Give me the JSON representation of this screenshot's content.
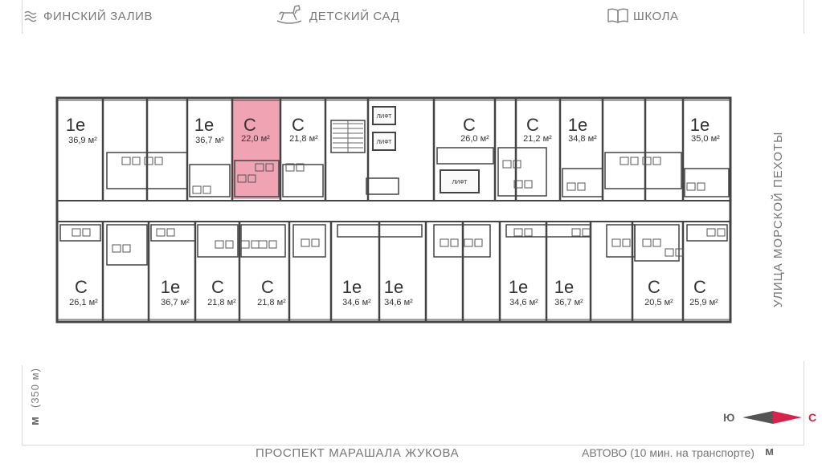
{
  "landmarks": {
    "bay": "ФИНСКИЙ ЗАЛИВ",
    "kindergarten": "ДЕТСКИЙ САД",
    "school": "ШКОЛА",
    "street_right": "УЛИЦА МОРСКОЙ ПЕХОТЫ",
    "avenue_bottom": "ПРОСПЕКТ МАРАШАЛА ЖУКОВА",
    "metro_bottom": "АВТОВО (10 мин. на транспорте)",
    "metro_left": "(350 м)"
  },
  "compass": {
    "south": "Ю",
    "north": "С"
  },
  "metro_symbol": "м",
  "colors": {
    "highlight": "#f0a3b3",
    "wall": "#444444",
    "accent": "#d9224a"
  },
  "elevator_label": "ЛИФТ",
  "units_top": [
    {
      "type": "1е",
      "area": "36,9 м²"
    },
    {
      "type": "1е",
      "area": "36,7 м²"
    },
    {
      "type": "С",
      "area": "22,0 м²",
      "selected": true
    },
    {
      "type": "С",
      "area": "21,8 м²"
    },
    {
      "type": "С",
      "area": "26,0 м²"
    },
    {
      "type": "С",
      "area": "21,2 м²"
    },
    {
      "type": "1е",
      "area": "34,8 м²"
    },
    {
      "type": "1е",
      "area": "35,0 м²"
    }
  ],
  "units_bottom": [
    {
      "type": "С",
      "area": "26,1 м²"
    },
    {
      "type": "1е",
      "area": "36,7 м²"
    },
    {
      "type": "С",
      "area": "21,8 м²"
    },
    {
      "type": "С",
      "area": "21,8 м²"
    },
    {
      "type": "1е",
      "area": "34,6 м²"
    },
    {
      "type": "1е",
      "area": "34,6 м²"
    },
    {
      "type": "1е",
      "area": "34,6 м²"
    },
    {
      "type": "1е",
      "area": "36,7 м²"
    },
    {
      "type": "С",
      "area": "20,5 м²"
    },
    {
      "type": "С",
      "area": "25,9 м²"
    }
  ]
}
